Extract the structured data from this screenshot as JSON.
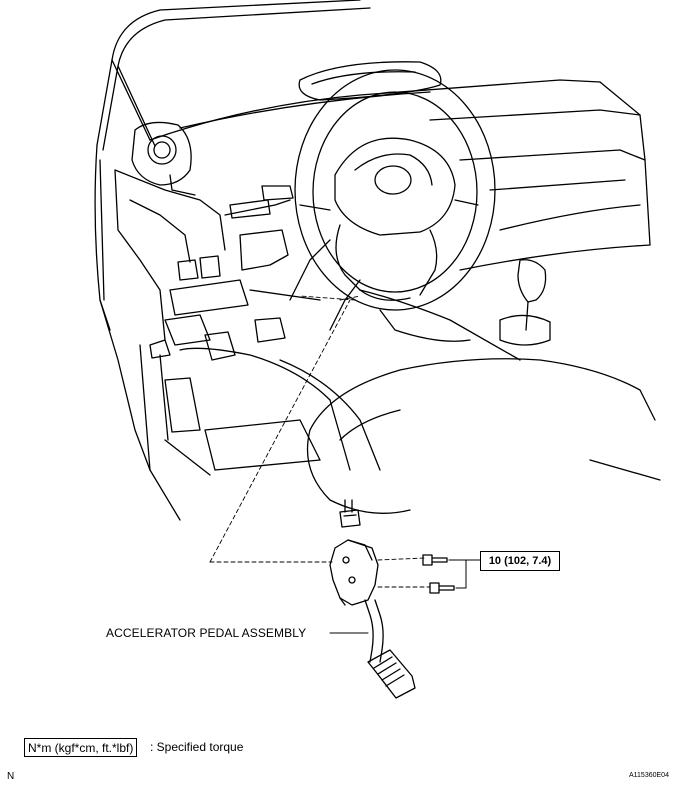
{
  "diagram": {
    "part_label": "ACCELERATOR PEDAL ASSEMBLY",
    "torque_value": "10 (102, 7.4)",
    "legend": {
      "unit_box": "N*m (kgf*cm, ft.*lbf)",
      "description": ": Specified torque"
    },
    "corner_mark": "N",
    "figure_id": "A115360E04"
  }
}
